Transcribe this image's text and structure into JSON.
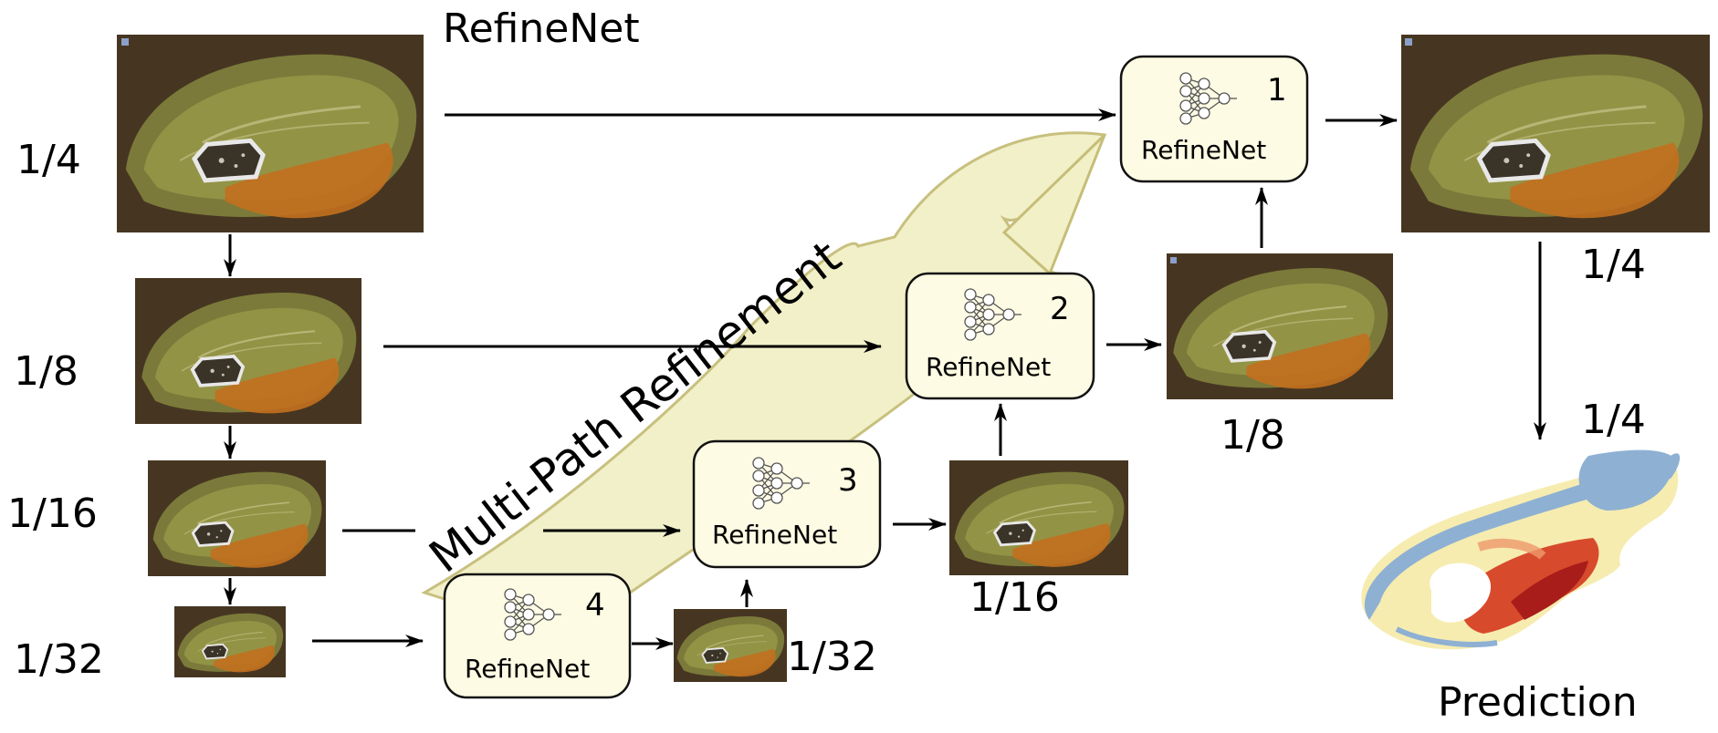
{
  "title": "RefineNet",
  "scale_labels": {
    "input_1": "1/4",
    "input_2": "1/8",
    "input_3": "1/16",
    "input_4": "1/32",
    "out_1": "1/4",
    "out_1b": "1/4",
    "out_2": "1/8",
    "out_3": "1/16",
    "out_4": "1/32"
  },
  "blocks": [
    {
      "number": "1",
      "label": "RefineNet"
    },
    {
      "number": "2",
      "label": "RefineNet"
    },
    {
      "number": "3",
      "label": "RefineNet"
    },
    {
      "number": "4",
      "label": "RefineNet"
    }
  ],
  "big_arrow_label": "Multi-Path Refinement",
  "prediction_label": "Prediction",
  "colors": {
    "block_fill": "#fdfbe3",
    "big_arrow_fill": "#f2f0c7",
    "big_arrow_stroke": "#c6bd78",
    "tissue_bg": "#3e2f1d",
    "tissue_green": "#9a9a4a",
    "tissue_orange": "#c2701e",
    "prediction_blue": "#8eb0d3",
    "prediction_yellow": "#f6ecb0",
    "prediction_red": "#d84a2c"
  }
}
